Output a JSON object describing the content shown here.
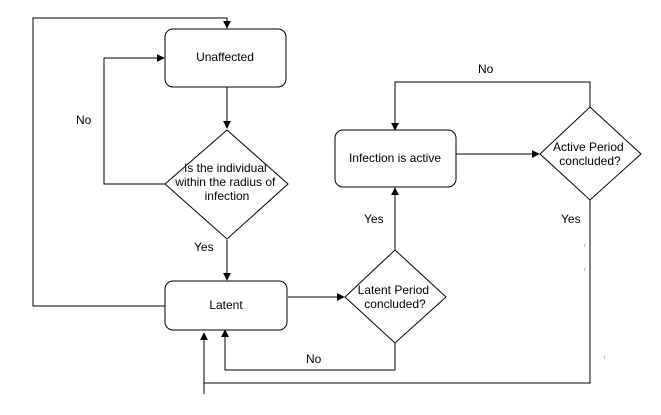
{
  "nodes": {
    "unaffected": {
      "text": "Unaffected"
    },
    "radius_check": {
      "lines": [
        "Is the individual",
        "within the radius of",
        "infection"
      ]
    },
    "latent": {
      "text": "Latent"
    },
    "latent_check": {
      "lines": [
        "Latent Period",
        "concluded?"
      ]
    },
    "infection_active": {
      "text": "Infection is active"
    },
    "active_check": {
      "lines": [
        "Active Period",
        "concluded?"
      ]
    }
  },
  "edge_labels": {
    "radius_no": "No",
    "radius_yes": "Yes",
    "latent_yes": "Yes",
    "latent_no": "No",
    "active_no": "No",
    "active_yes": "Yes"
  }
}
